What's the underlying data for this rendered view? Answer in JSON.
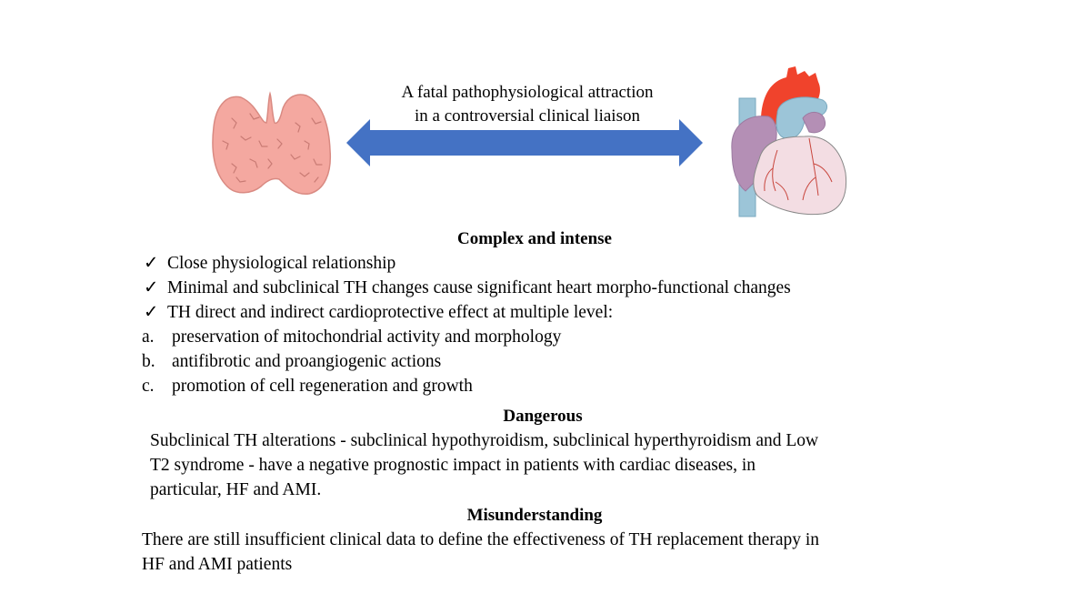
{
  "header": {
    "caption_line1": "A fatal pathophysiological attraction",
    "caption_line2": "in a controversial clinical liaison",
    "arrow_color": "#4472c4",
    "left_illustration": "thyroid-gland",
    "right_illustration": "heart"
  },
  "sections": {
    "complex": {
      "heading": "Complex and intense",
      "check_items": [
        {
          "mark": "✓",
          "text": "Close physiological relationship"
        },
        {
          "mark": "✓",
          "text": "Minimal and subclinical TH changes cause significant heart morpho-functional changes"
        },
        {
          "mark": "✓",
          "text": "TH direct and indirect cardioprotective effect at multiple level:"
        }
      ],
      "sub_items": [
        {
          "letter": "a.",
          "text": "preservation of mitochondrial activity and morphology"
        },
        {
          "letter": "b.",
          "text": "antifibrotic and proangiogenic actions"
        },
        {
          "letter": "c.",
          "text": "promotion of cell regeneration and growth"
        }
      ]
    },
    "dangerous": {
      "heading": "Dangerous",
      "lines": [
        "Subclinical TH alterations - subclinical hypothyroidism, subclinical hyperthyroidism and Low",
        "T2 syndrome - have a negative prognostic impact in patients with cardiac diseases, in",
        "particular, HF and AMI."
      ]
    },
    "misunderstanding": {
      "heading": "Misunderstanding",
      "lines": [
        "There are still insufficient clinical data to define the effectiveness of TH replacement therapy in",
        "HF and AMI patients"
      ]
    }
  }
}
